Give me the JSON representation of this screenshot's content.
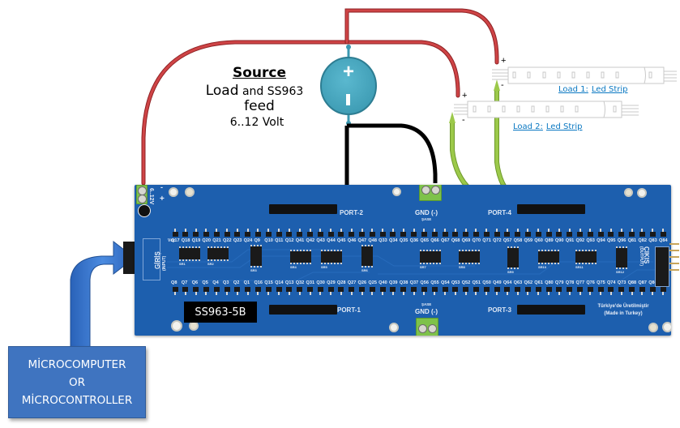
{
  "diagram": {
    "title": "SS963-5B wiring diagram",
    "source": {
      "title": "Source",
      "line1_big": "Load",
      "line1_small": " and SS963",
      "line2": "feed",
      "line3": "6..12 Volt",
      "plus_symbol": "+",
      "minus_symbol": "-",
      "color": "#4aa9c2"
    },
    "loads": [
      {
        "label_a": "Load 1:",
        "label_b": "Led Strip",
        "plus": "+",
        "minus": "-"
      },
      {
        "label_a": "Load 2:",
        "label_b": "Led Strip",
        "plus": "+",
        "minus": "-"
      }
    ],
    "controller": {
      "line1": "MİCROCOMPUTER",
      "line2": "OR",
      "line3": "MİCROCONTROLLER",
      "color": "#3f74c0"
    },
    "wire_colors": {
      "positive": "#c9393b",
      "ground": "#111111",
      "output": "#8dbd3e",
      "input_arrow": "#2f6fc8"
    },
    "board": {
      "model": "SS963-5B",
      "color": "#1d5fae",
      "power_label": "6..12V",
      "power_plus": "+",
      "power_minus": "-",
      "vcc_label": "Vcc",
      "input_label": "GİRİŞ",
      "input_sub": "(INPUT)",
      "output_label": "ÇIKIŞ",
      "output_sub": "(OUTPUT)",
      "gnd_top_label": "GND (-)",
      "gnd_top_sub": "ŞASE",
      "gnd_bottom_label": "GND (-)",
      "gnd_bottom_sub": "ŞASE",
      "made_in_line1": "Türkiye'de Üretilmiştir",
      "made_in_line2": "(Made in Turkey)",
      "ports": [
        "PORT-1",
        "PORT-2",
        "PORT-3",
        "PORT-4"
      ],
      "top_transistors": [
        "Q17",
        "Q18",
        "Q19",
        "Q20",
        "Q21",
        "Q22",
        "Q23",
        "Q24",
        "Q9",
        "Q10",
        "Q11",
        "Q12",
        "Q41",
        "Q42",
        "Q43",
        "Q44",
        "Q45",
        "Q46",
        "Q47",
        "Q48",
        "Q33",
        "Q34",
        "Q35",
        "Q36",
        "Q65",
        "Q66",
        "Q67",
        "Q68",
        "Q69",
        "Q70",
        "Q71",
        "Q72",
        "Q57",
        "Q58",
        "Q59",
        "Q60",
        "Q89",
        "Q90",
        "Q91",
        "Q92",
        "Q93",
        "Q94",
        "Q95",
        "Q96",
        "Q81",
        "Q82",
        "Q83",
        "Q84"
      ],
      "bottom_transistors": [
        "Q8",
        "Q7",
        "Q6",
        "Q5",
        "Q4",
        "Q3",
        "Q2",
        "Q1",
        "Q16",
        "Q15",
        "Q14",
        "Q13",
        "Q32",
        "Q31",
        "Q30",
        "Q29",
        "Q28",
        "Q27",
        "Q26",
        "Q25",
        "Q40",
        "Q39",
        "Q38",
        "Q37",
        "Q56",
        "Q55",
        "Q54",
        "Q53",
        "Q52",
        "Q51",
        "Q50",
        "Q49",
        "Q64",
        "Q63",
        "Q62",
        "Q61",
        "Q80",
        "Q79",
        "Q78",
        "Q77",
        "Q76",
        "Q75",
        "Q74",
        "Q73",
        "Q88",
        "Q87",
        "Q86",
        "Q85"
      ],
      "shift_registers": [
        "SR1",
        "SR2",
        "SR3",
        "SR4",
        "SR5",
        "SR6",
        "SR7",
        "SR8",
        "SR9",
        "SR10",
        "SR11",
        "SR12"
      ]
    }
  }
}
